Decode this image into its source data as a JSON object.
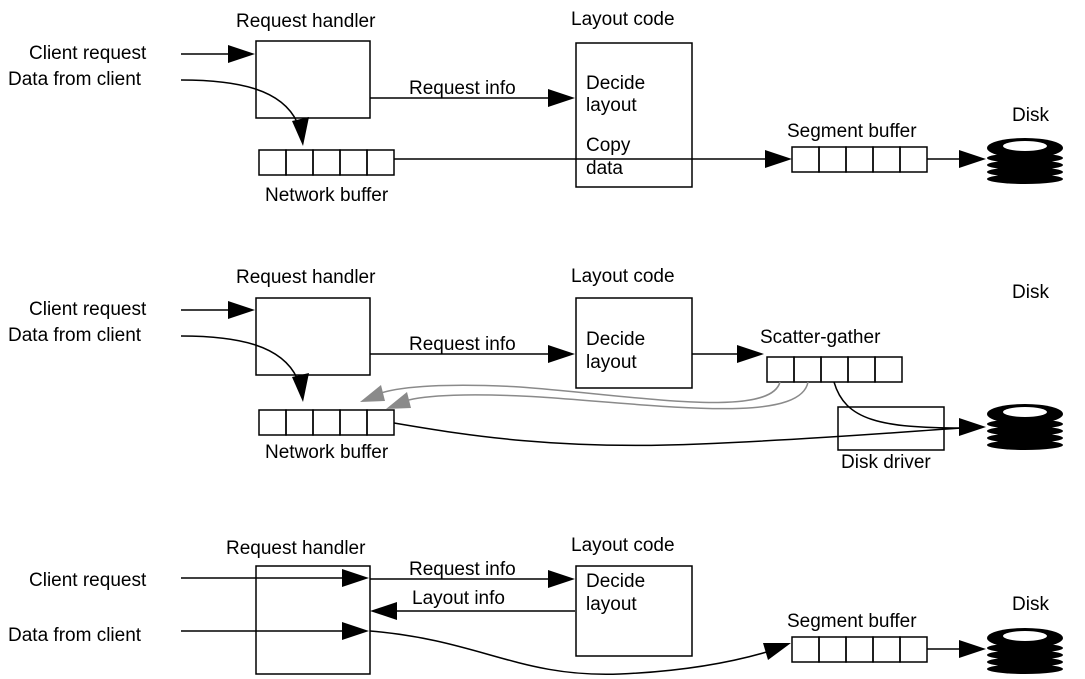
{
  "diagram": {
    "panel1": {
      "request_handler": "Request handler",
      "layout_code": "Layout code",
      "client_request": "Client request",
      "data_from_client": "Data from client",
      "request_info": "Request info",
      "decide": "Decide",
      "layout": "layout",
      "copy": "Copy",
      "data": "data",
      "segment_buffer": "Segment buffer",
      "disk": "Disk",
      "network_buffer": "Network buffer"
    },
    "panel2": {
      "request_handler": "Request handler",
      "layout_code": "Layout code",
      "client_request": "Client request",
      "data_from_client": "Data from client",
      "request_info": "Request info",
      "decide": "Decide",
      "layout": "layout",
      "scatter_gather": "Scatter-gather",
      "disk": "Disk",
      "network_buffer": "Network buffer",
      "disk_driver": "Disk driver"
    },
    "panel3": {
      "request_handler": "Request handler",
      "layout_code": "Layout code",
      "client_request": "Client request",
      "data_from_client": "Data from client",
      "request_info": "Request info",
      "layout_info": "Layout info",
      "decide": "Decide",
      "layout": "layout",
      "segment_buffer": "Segment buffer",
      "disk": "Disk"
    }
  },
  "colors": {
    "ink": "#000000",
    "gray_arrow": "#8a8a8a",
    "background": "#ffffff"
  }
}
